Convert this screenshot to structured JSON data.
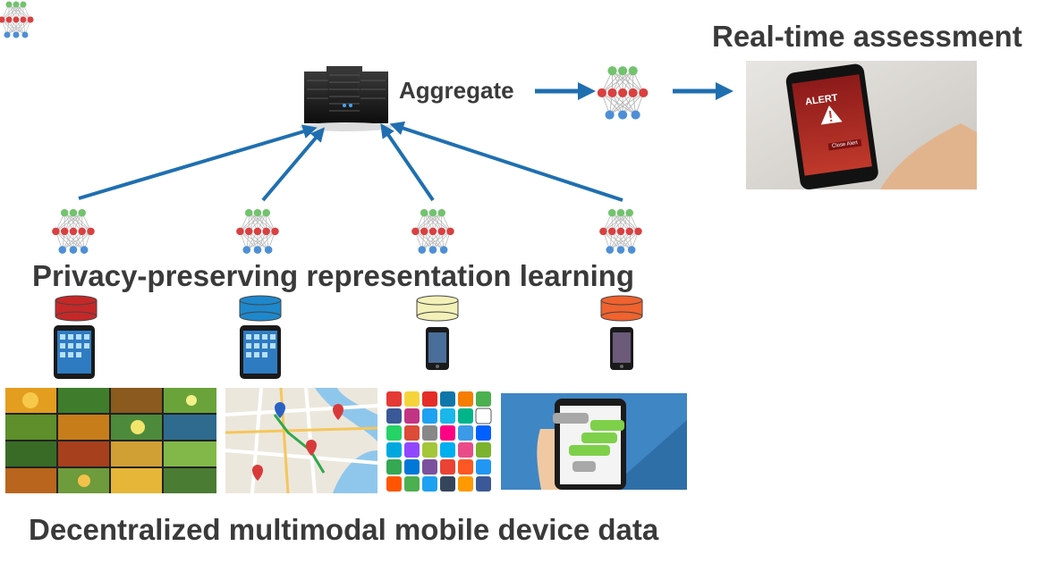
{
  "labels": {
    "realtime": "Real-time assessment",
    "aggregate": "Aggregate",
    "privacy": "Privacy-preserving representation learning",
    "decentralized": "Decentralized multimodal mobile device data"
  },
  "alert_phone": {
    "alert_text": "ALERT",
    "button_text": "Close Alert"
  },
  "colors": {
    "arrow": "#1f6fb0",
    "node_green": "#72c36e",
    "node_red": "#d94040",
    "node_blue": "#4d8fd6",
    "db_red": "#c62828",
    "db_blue": "#1e88cc",
    "db_yellow": "#f3f1b8",
    "db_orange": "#f0622e",
    "text": "#3a3a3a"
  },
  "device_types": [
    "tablet",
    "tablet",
    "phone",
    "phone"
  ],
  "data_sources": [
    "photo-gallery",
    "map",
    "social-media-apps",
    "messaging"
  ],
  "icons": [
    "server-icon",
    "neural-network-icon",
    "database-icon",
    "tablet-icon",
    "phone-icon",
    "map-pin-icon",
    "chat-bubble-icon",
    "alert-triangle-icon"
  ]
}
